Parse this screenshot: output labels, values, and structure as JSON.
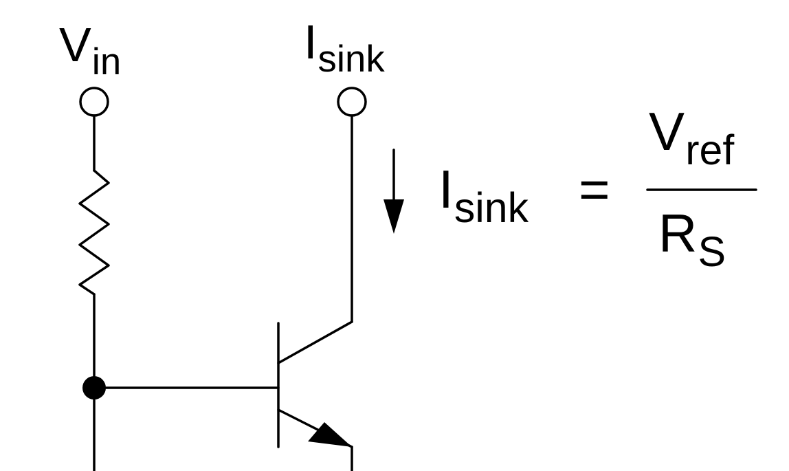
{
  "diagram": {
    "terminals": {
      "input": {
        "symbol": "V",
        "subscript": "in"
      },
      "output": {
        "symbol": "I",
        "subscript": "sink"
      }
    },
    "equation": {
      "lhs_symbol": "I",
      "lhs_subscript": "sink",
      "equals": "=",
      "numerator_symbol": "V",
      "numerator_subscript": "ref",
      "denominator_symbol": "R",
      "denominator_subscript": "S"
    },
    "colors": {
      "stroke": "#000000",
      "background": "#ffffff"
    }
  }
}
